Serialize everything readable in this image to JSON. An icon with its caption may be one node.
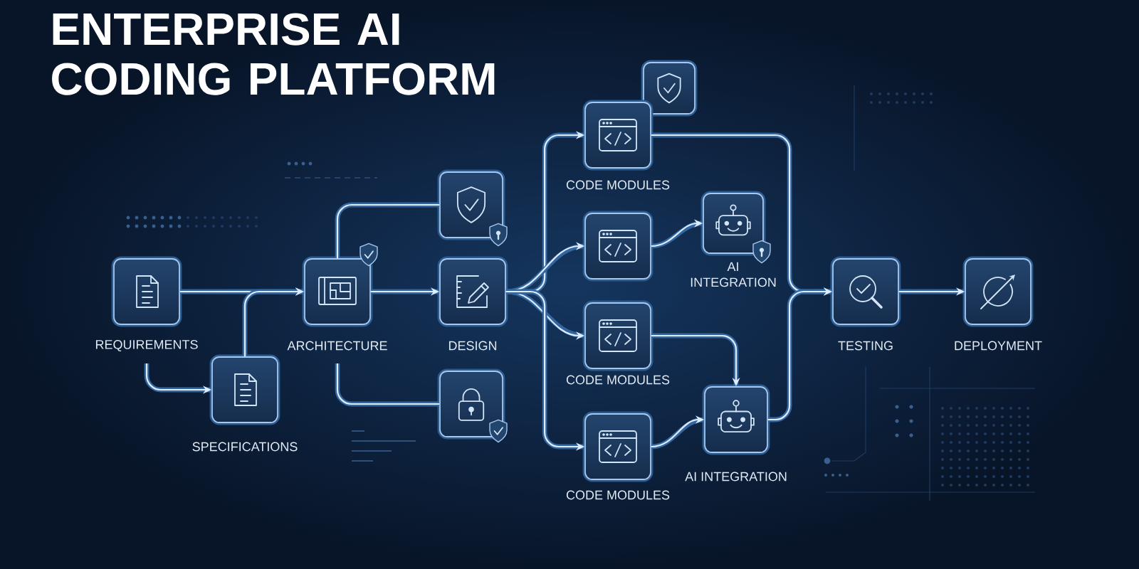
{
  "diagram": {
    "title": "ENTERPRISE AI CODING PLATFORM",
    "nodes": [
      {
        "text": [
          "REQUIREMENTS"
        ]
      },
      {
        "text": [
          "SPECIFICATIONS"
        ]
      },
      {
        "text": [
          "ARCHITECTURE"
        ]
      },
      {
        "text": [],
        "shape": "box"
      },
      {
        "text": [
          "DESIGN"
        ]
      },
      {
        "text": [],
        "shape": "box"
      },
      {
        "text": [],
        "shape": "box"
      },
      {
        "text": [
          "CODE MODULES"
        ]
      },
      {
        "text": [],
        "shape": "box"
      },
      {
        "text": [
          "AI INTEGRATION"
        ]
      },
      {
        "text": [
          "CODE MODULES"
        ]
      },
      {
        "text": [
          "CODE MODULES"
        ]
      },
      {
        "text": [
          "AI INTEGRATION"
        ]
      },
      {
        "text": [
          "TESTING"
        ]
      },
      {
        "text": [
          "DEPLOYMENT"
        ]
      }
    ],
    "edges": [
      {
        "from": 0,
        "to": 2,
        "arrow": "to"
      },
      {
        "from": 0,
        "to": 1,
        "arrow": "to"
      },
      {
        "from": 1,
        "to": 2,
        "arrow": "to"
      },
      {
        "from": 2,
        "to": 4,
        "arrow": "to"
      },
      {
        "from": 2,
        "to": 3,
        "arrow": "none"
      },
      {
        "from": 2,
        "to": 5,
        "arrow": "none"
      },
      {
        "from": 4,
        "to": 7,
        "arrow": "to"
      },
      {
        "from": 4,
        "to": 8,
        "arrow": "to"
      },
      {
        "from": 4,
        "to": 10,
        "arrow": "to"
      },
      {
        "from": 4,
        "to": 11,
        "arrow": "to"
      },
      {
        "from": 8,
        "to": 9,
        "arrow": "to"
      },
      {
        "from": 10,
        "to": 12,
        "arrow": "to"
      },
      {
        "from": 11,
        "to": 12,
        "arrow": "to"
      },
      {
        "from": 7,
        "to": 13,
        "arrow": "to"
      },
      {
        "from": 12,
        "to": 13,
        "arrow": "to"
      },
      {
        "from": 13,
        "to": 14,
        "arrow": "to"
      }
    ]
  }
}
